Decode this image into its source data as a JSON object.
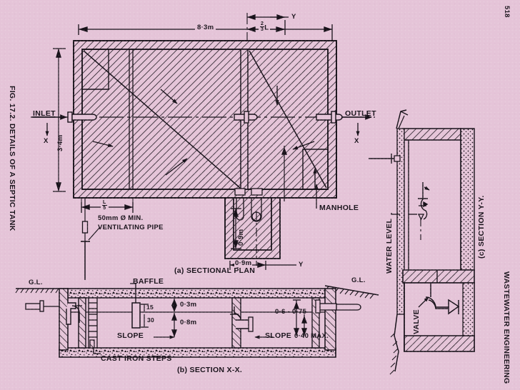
{
  "page": {
    "number": "518",
    "running_head": "WASTEWATER ENGINEERING",
    "figure_caption": "FIG. 17.2. DETAILS OF A SEPTIC TANK",
    "background_color": "#e5c4d8",
    "ink_color": "#18121a"
  },
  "views": {
    "plan": {
      "caption": "(a) SECTIONAL PLAN",
      "overall_length": "8·3m",
      "overall_width": "3·4m",
      "inlet_label": "INLET",
      "outlet_label": "OUTLET",
      "manhole_label": "MANHOLE",
      "section_mark_left": "X",
      "section_mark_right": "X",
      "section_mark_y_top": "Y",
      "section_mark_y_bottom": "Y",
      "two_thirds_num": "2",
      "two_thirds_den": "3",
      "two_thirds_suffix": "L",
      "fifth_num": "L",
      "fifth_den": "5",
      "vent_pipe_label": "50mm Ø MIN.\nVENTILATING PIPE",
      "vent_pipe_line1": "50mm Ø MIN.",
      "vent_pipe_line2": "VENTILATING PIPE",
      "chamber_width": "0·9m",
      "chamber_depth": "0·9m"
    },
    "section_xx": {
      "caption": "(b) SECTION  X-X.",
      "ground_level_left": "G.L.",
      "ground_level_right": "G.L.",
      "baffle_label": "BAFFLE",
      "baffle_above": "15",
      "baffle_below": "30",
      "freeboard": "0·3m",
      "liquid_depth": "0·8m",
      "slope_label_left": "SLOPE",
      "slope_label_right": "SLOPE",
      "slope_value": "0·40 MAX.",
      "sludge_depth": "0·6 - 0·75",
      "steps_label": "CAST IRON STEPS"
    },
    "section_yy": {
      "caption": "(c) SECTION  Y-Y.",
      "water_level_label": "WATER LEVEL",
      "valve_label": "VALVE"
    }
  }
}
